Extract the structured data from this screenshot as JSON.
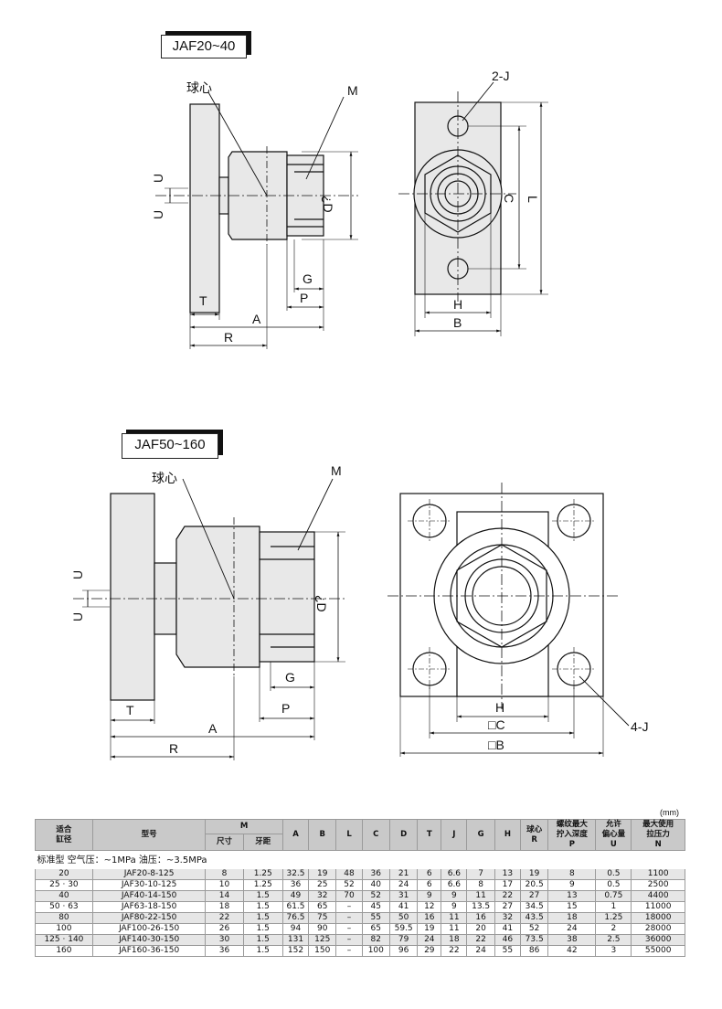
{
  "drawing1": {
    "title": "JAF20~40",
    "ball_center": "球心",
    "labels": {
      "M": "M",
      "J2": "2-J",
      "U": "U",
      "D": "¿D",
      "C": "C",
      "L": "L",
      "G": "G",
      "T": "T",
      "P": "P",
      "A": "A",
      "R": "R",
      "H": "H",
      "B": "B"
    }
  },
  "drawing2": {
    "title": "JAF50~160",
    "ball_center": "球心",
    "labels": {
      "M": "M",
      "J4": "4-J",
      "U": "U",
      "D": "¿D",
      "G": "G",
      "T": "T",
      "P": "P",
      "A": "A",
      "R": "R",
      "H": "H",
      "C": "□C",
      "B": "□B"
    }
  },
  "table": {
    "unit": "(mm)",
    "headers": {
      "bore": "适合\n缸径",
      "model": "型号",
      "M": "M",
      "M_size": "尺寸",
      "M_pitch": "牙距",
      "A": "A",
      "B": "B",
      "L": "L",
      "C": "C",
      "D": "D",
      "T": "T",
      "J": "J",
      "G": "G",
      "H": "H",
      "R": "球心\nR",
      "P": "螺纹最大\n拧入深度\nP",
      "U": "允许\n偏心量\nU",
      "N": "最大使用\n拉压力\nN"
    },
    "section": "标准型   空气压：~1MPa   油压：~3.5MPa",
    "rows": [
      [
        "20",
        "JAF20-8-125",
        "8",
        "1.25",
        "32.5",
        "19",
        "48",
        "36",
        "21",
        "6",
        "6.6",
        "7",
        "13",
        "19",
        "8",
        "0.5",
        "1100"
      ],
      [
        "25 · 30",
        "JAF30-10-125",
        "10",
        "1.25",
        "36",
        "25",
        "52",
        "40",
        "24",
        "6",
        "6.6",
        "8",
        "17",
        "20.5",
        "9",
        "0.5",
        "2500"
      ],
      [
        "40",
        "JAF40-14-150",
        "14",
        "1.5",
        "49",
        "32",
        "70",
        "52",
        "31",
        "9",
        "9",
        "11",
        "22",
        "27",
        "13",
        "0.75",
        "4400"
      ],
      [
        "50 · 63",
        "JAF63-18-150",
        "18",
        "1.5",
        "61.5",
        "65",
        "–",
        "45",
        "41",
        "12",
        "9",
        "13.5",
        "27",
        "34.5",
        "15",
        "1",
        "11000"
      ],
      [
        "80",
        "JAF80-22-150",
        "22",
        "1.5",
        "76.5",
        "75",
        "–",
        "55",
        "50",
        "16",
        "11",
        "16",
        "32",
        "43.5",
        "18",
        "1.25",
        "18000"
      ],
      [
        "100",
        "JAF100-26-150",
        "26",
        "1.5",
        "94",
        "90",
        "–",
        "65",
        "59.5",
        "19",
        "11",
        "20",
        "41",
        "52",
        "24",
        "2",
        "28000"
      ],
      [
        "125 · 140",
        "JAF140-30-150",
        "30",
        "1.5",
        "131",
        "125",
        "–",
        "82",
        "79",
        "24",
        "18",
        "22",
        "46",
        "73.5",
        "38",
        "2.5",
        "36000"
      ],
      [
        "160",
        "JAF160-36-150",
        "36",
        "1.5",
        "152",
        "150",
        "–",
        "100",
        "96",
        "29",
        "22",
        "24",
        "55",
        "86",
        "42",
        "3",
        "55000"
      ]
    ]
  }
}
